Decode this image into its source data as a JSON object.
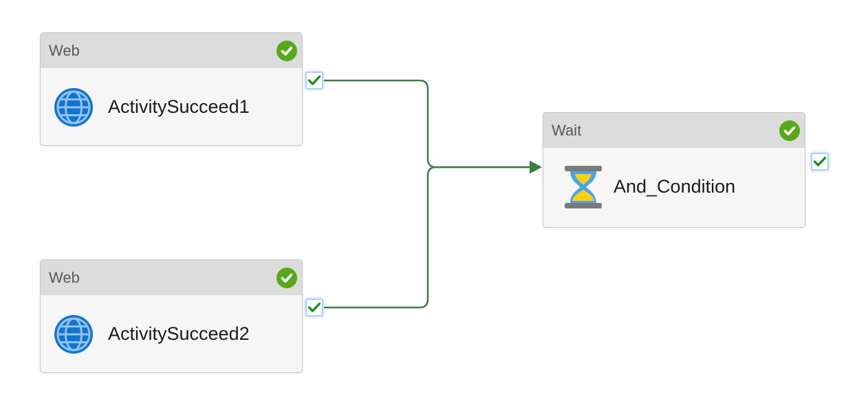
{
  "canvas": {
    "kind": "pipeline-designer-canvas",
    "background_color": "#ffffff"
  },
  "nodes": [
    {
      "type_label": "Web",
      "name": "ActivitySucceed1",
      "icon": "globe-icon",
      "status_icon": "success-badge-icon",
      "output_port_icon": "success-checkmark-icon"
    },
    {
      "type_label": "Web",
      "name": "ActivitySucceed2",
      "icon": "globe-icon",
      "status_icon": "success-badge-icon",
      "output_port_icon": "success-checkmark-icon"
    },
    {
      "type_label": "Wait",
      "name": "And_Condition",
      "icon": "hourglass-icon",
      "status_icon": "success-badge-icon",
      "output_port_icon": "success-checkmark-icon"
    }
  ],
  "edges": [
    {
      "from": "ActivitySucceed1",
      "to": "And_Condition",
      "condition": "on-success"
    },
    {
      "from": "ActivitySucceed2",
      "to": "And_Condition",
      "condition": "on-success"
    }
  ],
  "colors": {
    "edge_green": "#3d7d46",
    "status_badge_green": "#58a81c",
    "port_check_green": "#1e8e1e",
    "node_header_bg": "#dcdcdc",
    "node_body_bg": "#f6f6f6",
    "node_border": "#c8c8c8",
    "port_border_blue": "#abd3f1",
    "globe_blue": "#1373cd",
    "globe_grid_blue": "#8ec4f0",
    "hourglass_blue": "#49a4ea",
    "hourglass_sand_yellow": "#fccf15",
    "hourglass_cap_gray": "#7a7a7a"
  }
}
